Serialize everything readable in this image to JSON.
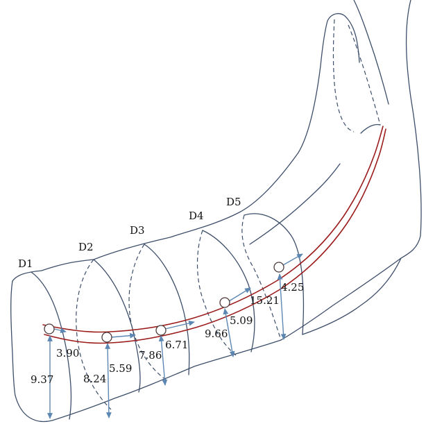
{
  "diagram": {
    "regions": [
      {
        "id": "d1",
        "label": "D1"
      },
      {
        "id": "d2",
        "label": "D2"
      },
      {
        "id": "d3",
        "label": "D3"
      },
      {
        "id": "d4",
        "label": "D4"
      },
      {
        "id": "d5",
        "label": "D5"
      }
    ],
    "measurements": {
      "d1_upper": "3.90",
      "d1_lower": "9.37",
      "d2_upper": "5.59",
      "d2_lower": "8.24",
      "d3_upper": "6.71",
      "d3_lower": "7.86",
      "d4_upper": "5.09",
      "d4_lower": "9.66",
      "d5_upper": "4.25",
      "d5_lower": "15.21"
    },
    "colors": {
      "outline": "#3d4e6a",
      "canal": "#9b1b1b",
      "measure_arrow": "#5d87b3"
    }
  }
}
